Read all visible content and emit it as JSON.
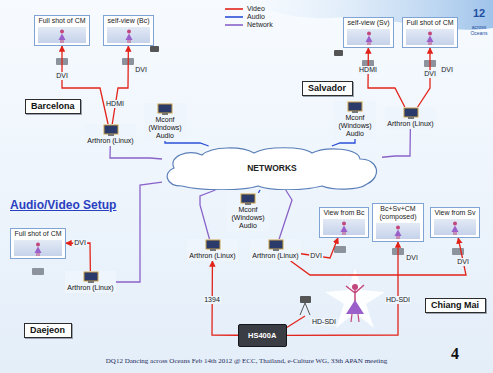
{
  "diagram": {
    "title": "Audio/Video Setup",
    "caption": "DQ12 Dancing across Oceans Feb 14th 2012 @ ECC, Thailand, e-Culture WG, 33th APAN meeting",
    "nodes": [
      {
        "text": [
          "Barcelona"
        ]
      },
      {
        "text": [
          "Full shot of CM"
        ]
      },
      {
        "text": [
          "self-view (Bc)"
        ]
      },
      {
        "text": [
          "Arthron (Linux)"
        ]
      },
      {
        "text": [
          "Mconf (Windows) Audio"
        ]
      },
      {
        "text": [
          "Salvador"
        ]
      },
      {
        "text": [
          "self-view (Sv)"
        ]
      },
      {
        "text": [
          "Full shot of CM"
        ]
      },
      {
        "text": [
          "Mconf (Windows) Audio"
        ]
      },
      {
        "text": [
          "Arthron (Linux)"
        ]
      },
      {
        "text": [
          "NETWORKS"
        ]
      },
      {
        "text": [
          "Full shot of CM"
        ]
      },
      {
        "text": [
          "Arthron (Linux)"
        ]
      },
      {
        "text": [
          "Daejeon"
        ]
      },
      {
        "text": [
          "Mconf (Windows) Audio"
        ]
      },
      {
        "text": [
          "View from Bc"
        ]
      },
      {
        "text": [
          "Bc+Sv+CM (composed)"
        ]
      },
      {
        "text": [
          "View from Sv"
        ]
      },
      {
        "text": [
          "Arthron (Linux)"
        ]
      },
      {
        "text": [
          "Arthron (Linux)"
        ]
      },
      {
        "text": [
          "Chiang Mai"
        ]
      },
      {
        "text": [
          "HS400A"
        ]
      }
    ],
    "edges": [
      {
        "from": 3,
        "to": 1,
        "arrow": "to",
        "label": "DVI"
      },
      {
        "from": 3,
        "to": 2,
        "arrow": "to",
        "label": "HDMI"
      },
      {
        "from": 3,
        "to": 10,
        "arrow": "none"
      },
      {
        "from": 4,
        "to": 10,
        "arrow": "none"
      },
      {
        "from": 9,
        "to": 7,
        "arrow": "to",
        "label": "DVI"
      },
      {
        "from": 9,
        "to": 6,
        "arrow": "to",
        "label": "HDMI"
      },
      {
        "from": 9,
        "to": 10,
        "arrow": "none"
      },
      {
        "from": 8,
        "to": 10,
        "arrow": "none"
      },
      {
        "from": 12,
        "to": 11,
        "arrow": "to",
        "label": "DVI"
      },
      {
        "from": 12,
        "to": 10,
        "arrow": "none"
      },
      {
        "from": 14,
        "to": 10,
        "arrow": "none"
      },
      {
        "from": 18,
        "to": 10,
        "arrow": "none"
      },
      {
        "from": 19,
        "to": 10,
        "arrow": "none"
      },
      {
        "from": 19,
        "to": 15,
        "arrow": "to",
        "label": "DVI"
      },
      {
        "from": 19,
        "to": 17,
        "arrow": "to",
        "label": "DVI"
      },
      {
        "from": 21,
        "to": 16,
        "arrow": "to",
        "label": "HD-SDI"
      },
      {
        "from": 21,
        "to": 18,
        "arrow": "to",
        "label": "1394"
      }
    ],
    "labels": [
      "DVI",
      "DVI",
      "DVI",
      "HD-SDI",
      "12",
      "across Oceans",
      "4"
    ],
    "legend": [
      {
        "text": "Video"
      },
      {
        "text": "Audio"
      },
      {
        "text": "Network"
      }
    ]
  }
}
